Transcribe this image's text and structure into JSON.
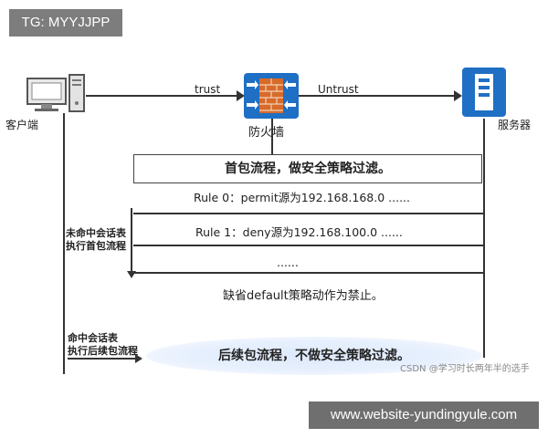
{
  "badges": {
    "tg": "TG: MYYJJPP",
    "website": "www.website-yundingyule.com",
    "csdn": "CSDN @学习时长两年半的选手"
  },
  "nodes": {
    "client": "客户端",
    "firewall": "防火墙",
    "server": "服务器"
  },
  "zones": {
    "trust": "trust",
    "untrust": "Untrust"
  },
  "first_packet": {
    "box_title": "首包流程，做安全策略过滤。",
    "rules": [
      "Rule 0：permit源为192.168.168.0 ......",
      "Rule 1：deny源为192.168.100.0   ......",
      "......"
    ],
    "default_action": "缺省default策略动作为禁止。"
  },
  "miss_session": {
    "line1": "未命中会话表",
    "line2": "执行首包流程"
  },
  "hit_session": {
    "line1": "命中会话表",
    "line2": "执行后续包流程"
  },
  "subsequent": {
    "text": "后续包流程，不做安全策略过滤。"
  },
  "colors": {
    "firewall_blue": "#1f6fc4",
    "firewall_brick": "#d86a2a",
    "server_blue": "#1f6fc4",
    "oval_fill": "#e3edfb"
  },
  "icons": {
    "client": "desktop-computer-icon",
    "firewall": "firewall-icon",
    "server": "server-icon"
  }
}
